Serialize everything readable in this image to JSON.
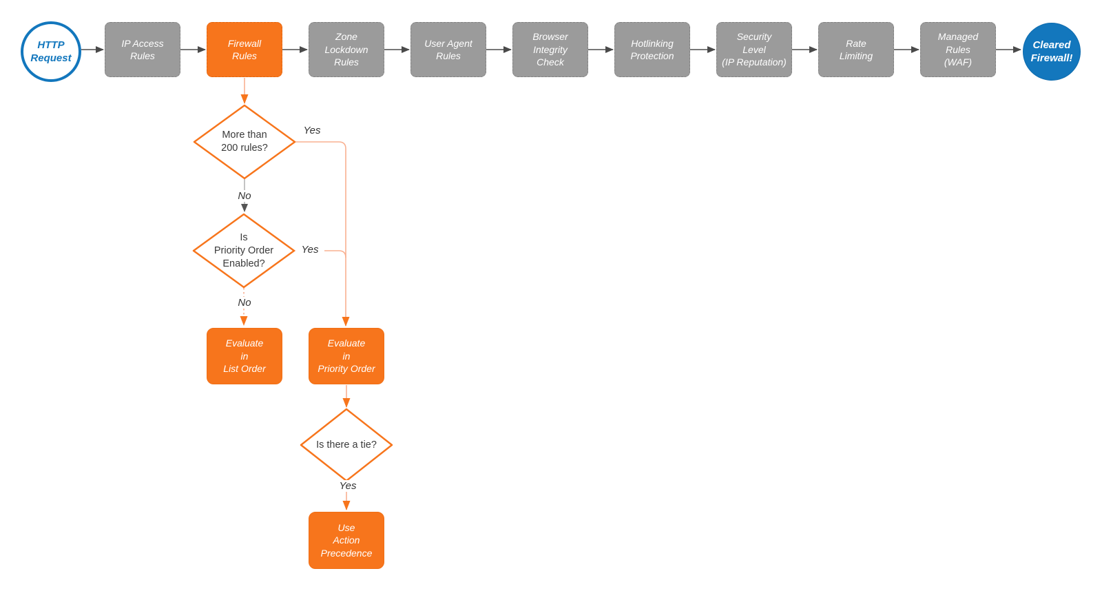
{
  "colors": {
    "orange_node": "#F7751C",
    "orange_line": "#F9B091",
    "gray_node": "#9B9B9B",
    "blue_terminator": "#1377BD",
    "dark_arrow": "#4A4A4A",
    "text_dark": "#3A3A3A"
  },
  "flow": {
    "start": {
      "label": "HTTP\nRequest"
    },
    "end": {
      "label": "Cleared\nFirewall!"
    },
    "pipeline": [
      {
        "label": "IP Access\nRules"
      },
      {
        "label": "Firewall\nRules"
      },
      {
        "label": "Zone\nLockdown\nRules"
      },
      {
        "label": "User Agent\nRules"
      },
      {
        "label": "Browser\nIntegrity\nCheck"
      },
      {
        "label": "Hotlinking\nProtection"
      },
      {
        "label": "Security\nLevel\n(IP Reputation)"
      },
      {
        "label": "Rate\nLimiting"
      },
      {
        "label": "Managed\nRules\n(WAF)"
      }
    ],
    "decisions": [
      {
        "label": "More than\n200 rules?",
        "yes": "Yes",
        "no": "No"
      },
      {
        "label": "Is\nPriority Order\nEnabled?",
        "yes": "Yes",
        "no": "No"
      },
      {
        "label": "Is there a tie?",
        "yes": "Yes"
      }
    ],
    "actions": [
      {
        "label": "Evaluate\nin\nList Order"
      },
      {
        "label": "Evaluate\nin\nPriority Order"
      },
      {
        "label": "Use\nAction\nPrecedence"
      }
    ]
  }
}
